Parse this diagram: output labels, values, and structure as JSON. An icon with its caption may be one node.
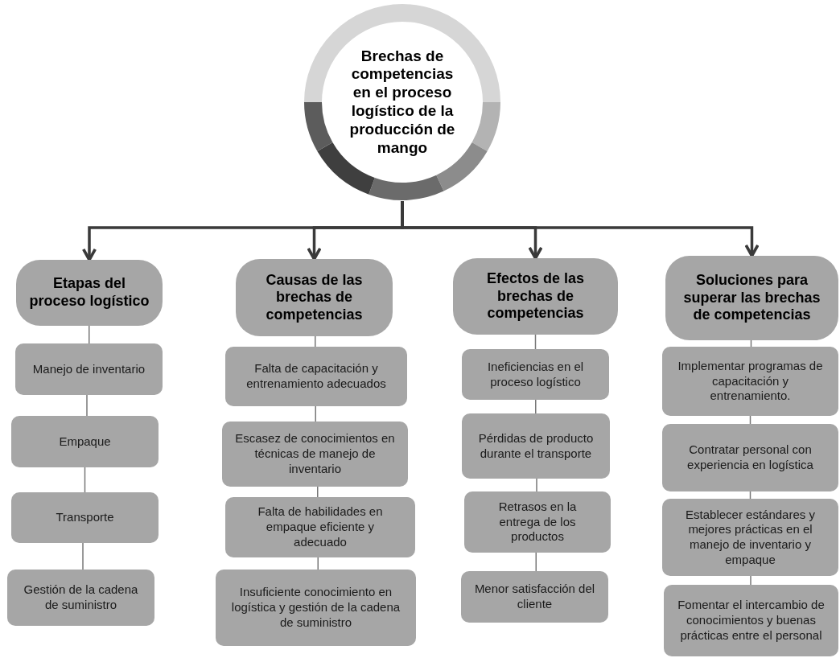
{
  "diagram": {
    "nodes": [
      {
        "text": [
          "Brechas de competencias en el proceso logístico de la producción de mango"
        ]
      },
      {
        "text": [
          "Etapas del proceso logístico"
        ]
      },
      {
        "text": [
          "Manejo de inventario"
        ]
      },
      {
        "text": [
          "Empaque"
        ]
      },
      {
        "text": [
          "Transporte"
        ]
      },
      {
        "text": [
          "Gestión de la cadena de suministro"
        ]
      },
      {
        "text": [
          "Causas de las brechas de competencias"
        ]
      },
      {
        "text": [
          "Falta de capacitación y entrenamiento adecuados"
        ]
      },
      {
        "text": [
          "Escasez de conocimientos en técnicas de manejo de inventario"
        ]
      },
      {
        "text": [
          "Falta de habilidades en empaque eficiente y adecuado"
        ]
      },
      {
        "text": [
          "Insuficiente conocimiento en logística y gestión de la cadena de suministro"
        ]
      },
      {
        "text": [
          "Efectos de las brechas de competencias"
        ]
      },
      {
        "text": [
          "Ineficiencias en el proceso logístico"
        ]
      },
      {
        "text": [
          "Pérdidas de producto durante el transporte"
        ]
      },
      {
        "text": [
          "Retrasos en la entrega de los productos"
        ]
      },
      {
        "text": [
          "Menor satisfacción del cliente"
        ]
      },
      {
        "text": [
          "Soluciones para superar las brechas de competencias"
        ]
      },
      {
        "text": [
          "Implementar programas de capacitación y entrenamiento."
        ]
      },
      {
        "text": [
          "Contratar personal con experiencia en logística"
        ]
      },
      {
        "text": [
          "Establecer estándares y mejores prácticas en el manejo de inventario y empaque"
        ]
      },
      {
        "text": [
          "Fomentar el intercambio de conocimientos y buenas prácticas entre el personal"
        ]
      }
    ],
    "edges": [
      {
        "from": 0,
        "to": 1,
        "arrow": "to",
        "style": "thick",
        "color": "#3a3a3a"
      },
      {
        "from": 0,
        "to": 6,
        "arrow": "to",
        "style": "thick",
        "color": "#3a3a3a"
      },
      {
        "from": 0,
        "to": 11,
        "arrow": "to",
        "style": "thick",
        "color": "#3a3a3a"
      },
      {
        "from": 0,
        "to": 16,
        "arrow": "to",
        "style": "thick",
        "color": "#3a3a3a"
      },
      {
        "from": 1,
        "to": 2,
        "arrow": "none"
      },
      {
        "from": 2,
        "to": 3,
        "arrow": "none"
      },
      {
        "from": 3,
        "to": 4,
        "arrow": "none"
      },
      {
        "from": 4,
        "to": 5,
        "arrow": "none"
      },
      {
        "from": 6,
        "to": 7,
        "arrow": "none"
      },
      {
        "from": 7,
        "to": 8,
        "arrow": "none"
      },
      {
        "from": 8,
        "to": 9,
        "arrow": "none"
      },
      {
        "from": 9,
        "to": 10,
        "arrow": "none"
      },
      {
        "from": 11,
        "to": 12,
        "arrow": "none"
      },
      {
        "from": 12,
        "to": 13,
        "arrow": "none"
      },
      {
        "from": 13,
        "to": 14,
        "arrow": "none"
      },
      {
        "from": 14,
        "to": 15,
        "arrow": "none"
      },
      {
        "from": 16,
        "to": 17,
        "arrow": "none"
      },
      {
        "from": 17,
        "to": 18,
        "arrow": "none"
      },
      {
        "from": 18,
        "to": 19,
        "arrow": "none"
      },
      {
        "from": 19,
        "to": 20,
        "arrow": "none"
      }
    ]
  }
}
